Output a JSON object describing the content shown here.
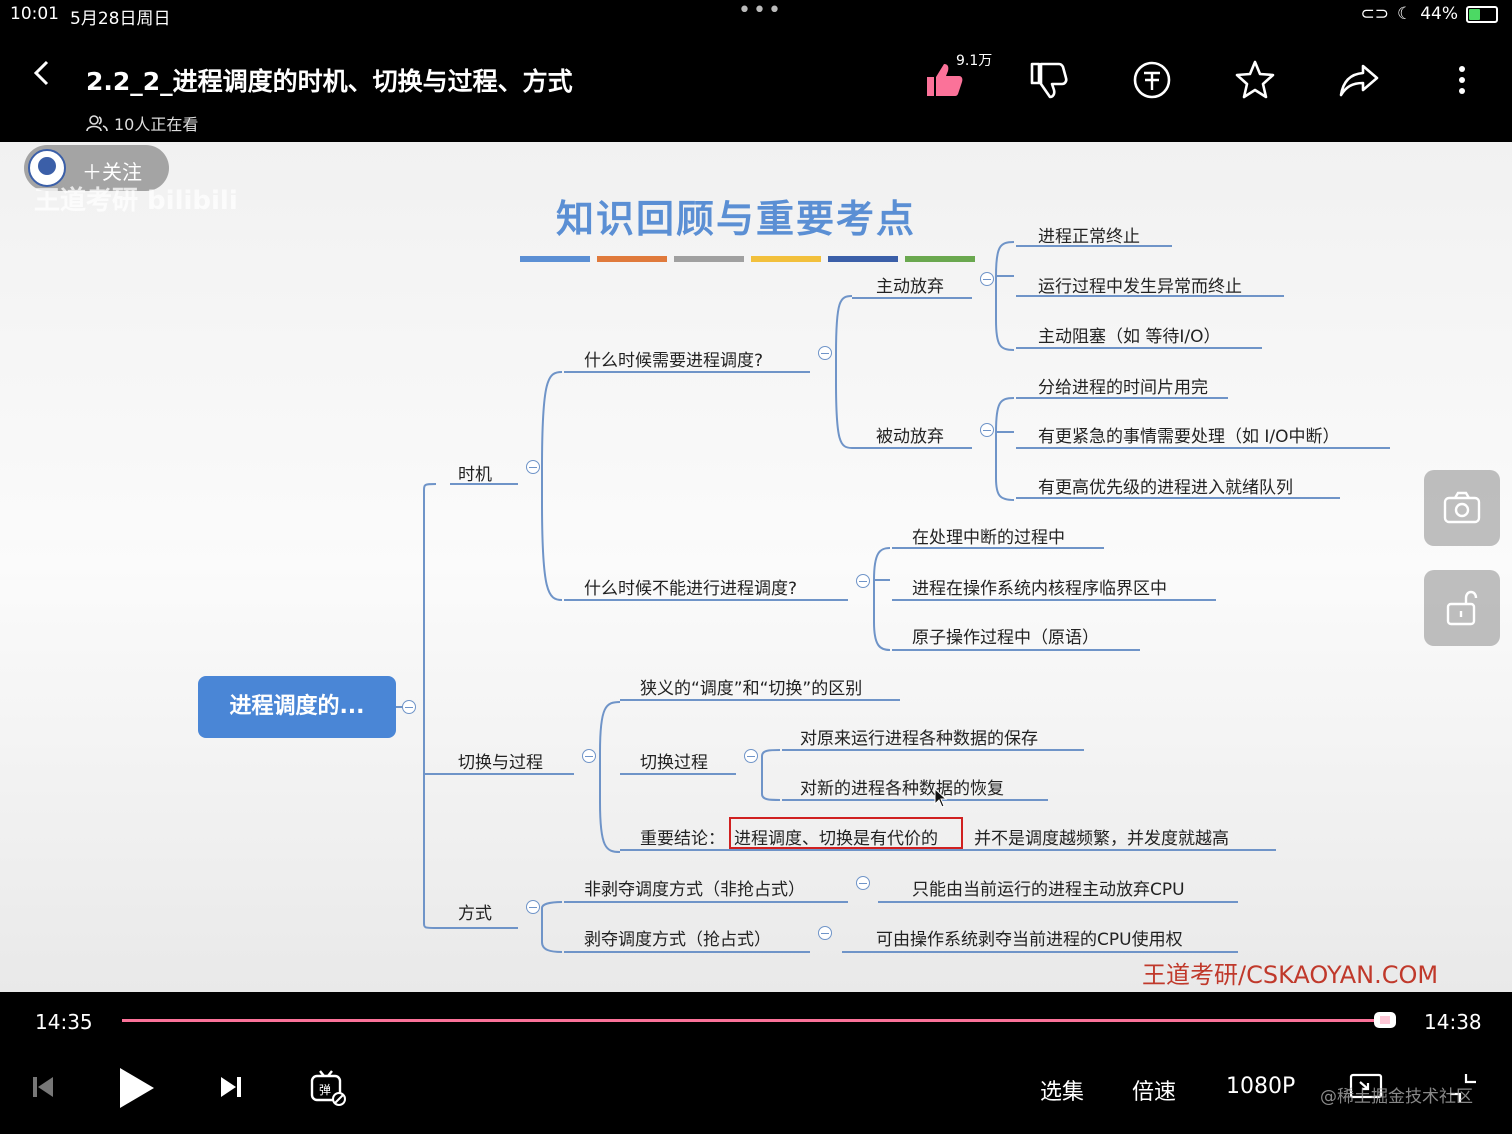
{
  "status_bar": {
    "time": "10:01",
    "date": "5月28日周日",
    "battery": "44%",
    "battery_fraction": 0.44
  },
  "header": {
    "title": "2.2_2_进程调度的时机、切换与过程、方式",
    "viewers": "10人正在看",
    "like_count": "9.1万",
    "icons": [
      "back-icon",
      "thumbs-up-icon",
      "thumbs-down-icon",
      "coin-icon",
      "star-icon",
      "share-icon",
      "more-icon"
    ]
  },
  "uploader": {
    "follow_label": "＋关注",
    "watermark": "王道考研 bilibili"
  },
  "mindmap": {
    "title": "知识回顾与重要考点",
    "bar_colors": [
      "#5b8fd4",
      "#e07a3c",
      "#a0a0a0",
      "#f2c03c",
      "#3b5fa8",
      "#6aa84f"
    ],
    "root": "进程调度的...",
    "b_timing": "时机",
    "b_timing_need": "什么时候需要进程调度?",
    "b_active": "主动放弃",
    "a1": "进程正常终止",
    "a2": "运行过程中发生异常而终止",
    "a3": "主动阻塞（如 等待I/O）",
    "b_passive": "被动放弃",
    "p1": "分给进程的时间片用完",
    "p2": "有更紧急的事情需要处理（如 I/O中断）",
    "p3": "有更高优先级的进程进入就绪队列",
    "b_timing_cannot": "什么时候不能进行进程调度?",
    "c1": "在处理中断的过程中",
    "c2": "进程在操作系统内核程序临界区中",
    "c3": "原子操作过程中（原语）",
    "b_switch": "切换与过程",
    "s_diff": "狭义的“调度”和“切换”的区别",
    "s_proc": "切换过程",
    "s_proc1": "对原来运行进程各种数据的保存",
    "s_proc2": "对新的进程各种数据的恢复",
    "s_concl_label": "重要结论：",
    "s_concl_hl": "进程调度、切换是有代价的",
    "s_concl_rest": "并不是调度越频繁，并发度就越高",
    "b_mode": "方式",
    "m1": "非剥夺调度方式（非抢占式）",
    "m1_desc": "只能由当前运行的进程主动放弃CPU",
    "m2": "剥夺调度方式（抢占式）",
    "m2_desc": "可由操作系统剥夺当前进程的CPU使用权",
    "watermark": "王道考研/CSKAOYAN.COM"
  },
  "side_buttons": [
    "camera-icon",
    "unlock-icon"
  ],
  "player": {
    "current_time": "14:35",
    "duration": "14:38",
    "progress": 0.997,
    "episodes_label": "选集",
    "speed_label": "倍速",
    "quality_label": "1080P",
    "juejin_watermark": "@稀土掘金技术社区"
  }
}
